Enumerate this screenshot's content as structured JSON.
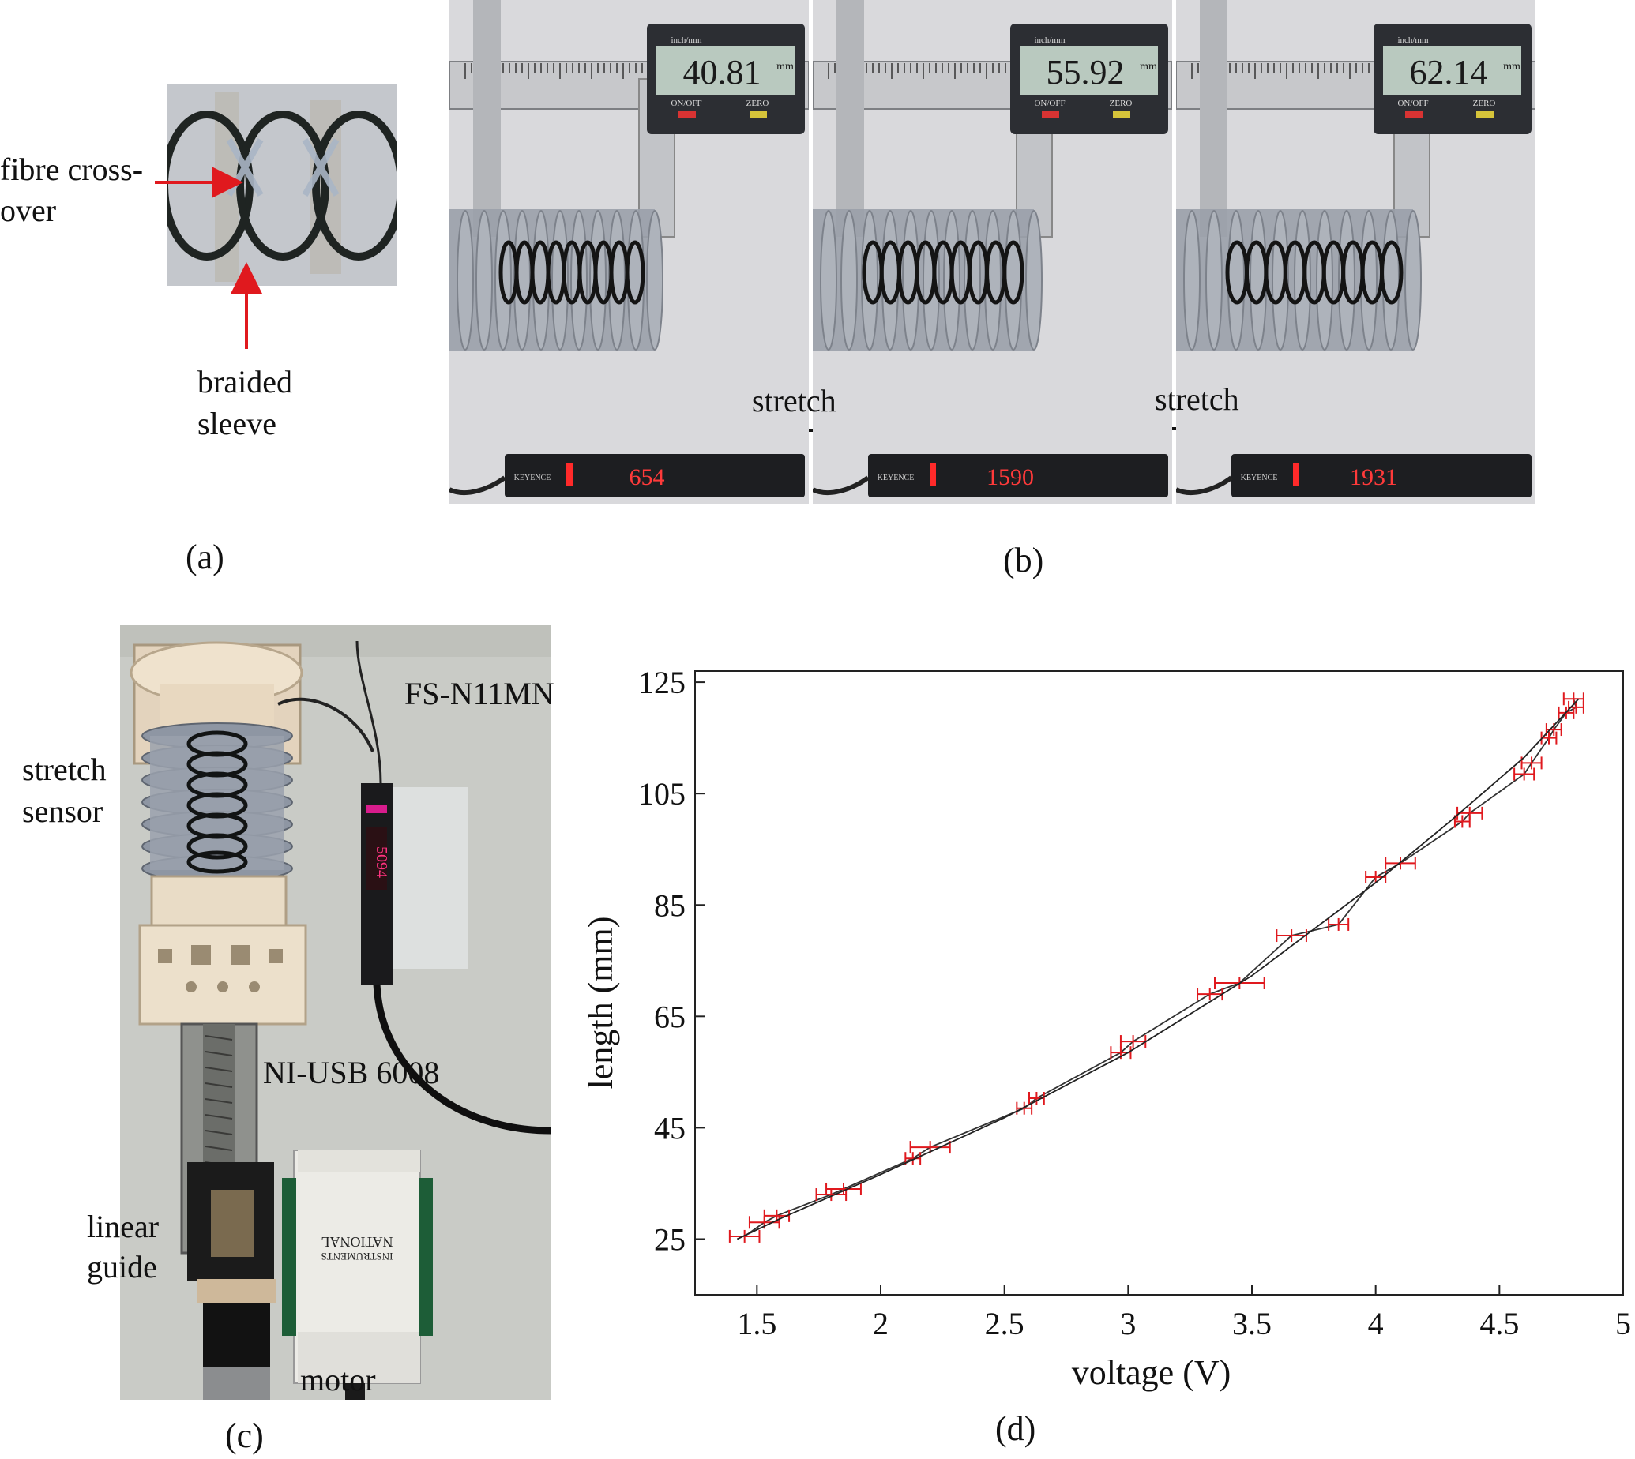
{
  "figure": {
    "panel_a": {
      "letter": "(a)",
      "label_crossover_line1": "fibre cross-",
      "label_crossover_line2": "over",
      "label_sleeve_line1": "braided",
      "label_sleeve_line2": "sleeve"
    },
    "panel_b": {
      "letter": "(b)",
      "frames": [
        {
          "caliper_reading": "40.81",
          "sensor_reading": "654"
        },
        {
          "caliper_reading": "55.92",
          "sensor_reading": "1590"
        },
        {
          "caliper_reading": "62.14",
          "sensor_reading": "1931"
        }
      ],
      "arrow_label": "stretch",
      "caliper_unit": "mm",
      "caliper_btn_onoff": "ON/OFF",
      "caliper_btn_zero": "ZERO",
      "caliper_brand": "inch/mm",
      "sensor_brand": "KEYENCE"
    },
    "panel_c": {
      "letter": "(c)",
      "label_sensor_model": "FS-N11MN",
      "label_stretch_line1": "stretch",
      "label_stretch_line2": "sensor",
      "label_daq": "NI-USB 6008",
      "label_guide_line1": "linear",
      "label_guide_line2": "guide",
      "label_motor": "motor",
      "daq_brand_line1": "NATIONAL",
      "daq_brand_line2": "INSTRUMENTS",
      "amp_display": "5094"
    },
    "panel_d": {
      "letter": "(d)"
    }
  },
  "chart_data": {
    "type": "line",
    "title": "",
    "xlabel": "voltage (V)",
    "ylabel": "length (mm)",
    "xlim": [
      1.25,
      5
    ],
    "ylim": [
      15,
      127
    ],
    "xticks": [
      1.5,
      2,
      2.5,
      3,
      3.5,
      4,
      4.5,
      5
    ],
    "xtick_labels": [
      "1.5",
      "2",
      "2.5",
      "3",
      "3.5",
      "4",
      "4.5",
      "5"
    ],
    "yticks": [
      25,
      45,
      65,
      85,
      105,
      125
    ],
    "ytick_labels": [
      "25",
      "45",
      "65",
      "85",
      "105",
      "125"
    ],
    "grid": false,
    "series": [
      {
        "style": "measured",
        "color": "#333333",
        "errorbar_color": "#e0191e",
        "points": [
          {
            "x": 1.45,
            "y": 25.5,
            "xerr": 0.06
          },
          {
            "x": 1.53,
            "y": 28,
            "xerr": 0.06
          },
          {
            "x": 1.58,
            "y": 29.2,
            "xerr": 0.05
          },
          {
            "x": 1.8,
            "y": 33,
            "xerr": 0.06
          },
          {
            "x": 1.85,
            "y": 34,
            "xerr": 0.07
          },
          {
            "x": 2.13,
            "y": 39.5,
            "xerr": 0.03
          },
          {
            "x": 2.2,
            "y": 41.5,
            "xerr": 0.08
          },
          {
            "x": 2.58,
            "y": 48.5,
            "xerr": 0.03
          },
          {
            "x": 2.63,
            "y": 50.3,
            "xerr": 0.03
          },
          {
            "x": 2.97,
            "y": 58.5,
            "xerr": 0.04
          },
          {
            "x": 3.02,
            "y": 60.5,
            "xerr": 0.05
          },
          {
            "x": 3.33,
            "y": 69,
            "xerr": 0.05
          },
          {
            "x": 3.45,
            "y": 71,
            "xerr": 0.1
          },
          {
            "x": 3.66,
            "y": 79.5,
            "xerr": 0.06
          },
          {
            "x": 3.85,
            "y": 81.5,
            "xerr": 0.04
          },
          {
            "x": 4.0,
            "y": 90,
            "xerr": 0.04
          },
          {
            "x": 4.1,
            "y": 92.5,
            "xerr": 0.06
          },
          {
            "x": 4.35,
            "y": 100,
            "xerr": 0.03
          },
          {
            "x": 4.38,
            "y": 101.5,
            "xerr": 0.05
          },
          {
            "x": 4.6,
            "y": 108.5,
            "xerr": 0.04
          },
          {
            "x": 4.63,
            "y": 110.5,
            "xerr": 0.04
          },
          {
            "x": 4.7,
            "y": 115,
            "xerr": 0.03
          },
          {
            "x": 4.72,
            "y": 116.5,
            "xerr": 0.03
          },
          {
            "x": 4.77,
            "y": 119.5,
            "xerr": 0.03
          },
          {
            "x": 4.81,
            "y": 120.5,
            "xerr": 0.03
          },
          {
            "x": 4.8,
            "y": 122,
            "xerr": 0.04
          }
        ]
      },
      {
        "style": "fit",
        "color": "#222222",
        "points": [
          {
            "x": 1.42,
            "y": 25.0
          },
          {
            "x": 1.6,
            "y": 28.8
          },
          {
            "x": 2.0,
            "y": 36.6
          },
          {
            "x": 2.5,
            "y": 46.8
          },
          {
            "x": 3.0,
            "y": 58.5
          },
          {
            "x": 3.5,
            "y": 72.3
          },
          {
            "x": 4.0,
            "y": 89.0
          },
          {
            "x": 4.3,
            "y": 100.0
          },
          {
            "x": 4.6,
            "y": 111.5
          },
          {
            "x": 4.82,
            "y": 122.0
          }
        ]
      }
    ]
  }
}
